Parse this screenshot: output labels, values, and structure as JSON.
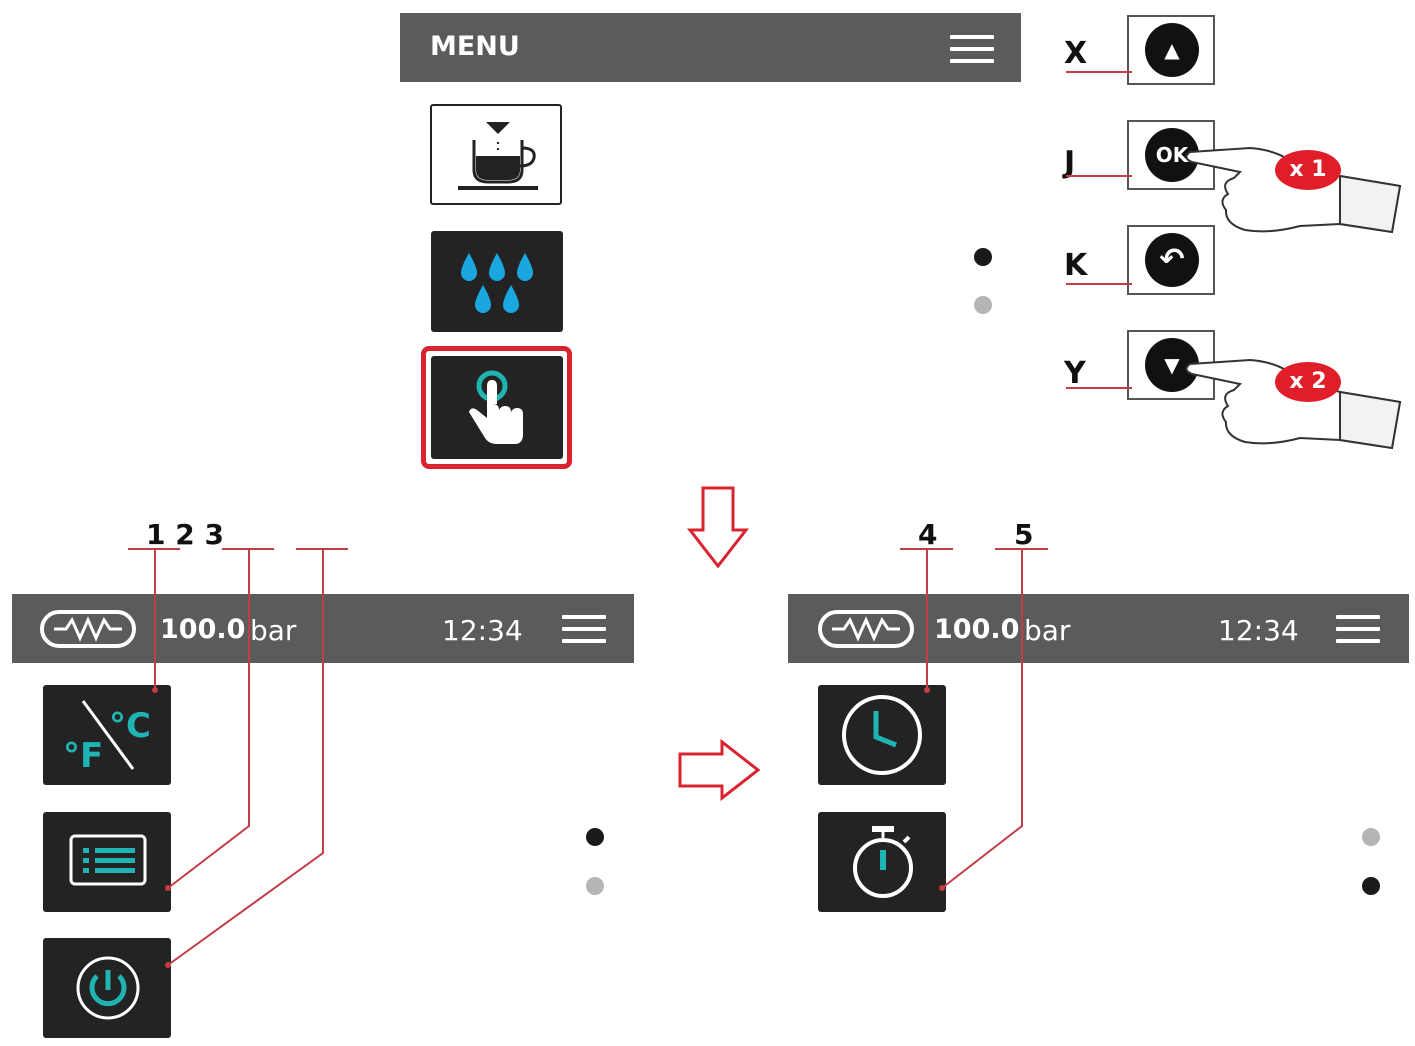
{
  "menu_screen": {
    "title": "MENU",
    "icons": [
      "coffee-cup-icon",
      "water-drops-icon",
      "touch-icon"
    ]
  },
  "buttons": [
    {
      "callout": "X",
      "glyph": "▲",
      "icon": "arrow-up-icon"
    },
    {
      "callout": "J",
      "glyph": "OK",
      "icon": "ok-icon",
      "press_count": "x 1"
    },
    {
      "callout": "K",
      "glyph": "↶",
      "icon": "back-icon"
    },
    {
      "callout": "Y",
      "glyph": "▼",
      "icon": "arrow-down-icon",
      "press_count": "x 2"
    }
  ],
  "left_screen": {
    "pressure": "100.0",
    "unit": "bar",
    "time": "12:34",
    "callouts": "1 2 3",
    "icons": [
      "fahrenheit-celsius-icon",
      "list-icon",
      "power-icon"
    ]
  },
  "right_screen": {
    "pressure": "100.0",
    "unit": "bar",
    "time": "12:34",
    "callout_a": "4",
    "callout_b": "5",
    "icons": [
      "clock-icon",
      "stopwatch-icon"
    ]
  },
  "colors": {
    "header_bar": "#5b5b5b",
    "tile_bg": "#232323",
    "teal_icon": "#1fb3b3",
    "blue_drops": "#1aa7e0",
    "highlight_red": "#d9232e",
    "leader_line": "#c43c45",
    "dot_active": "#1a1a1a",
    "dot_inactive": "#b5b5b5"
  }
}
